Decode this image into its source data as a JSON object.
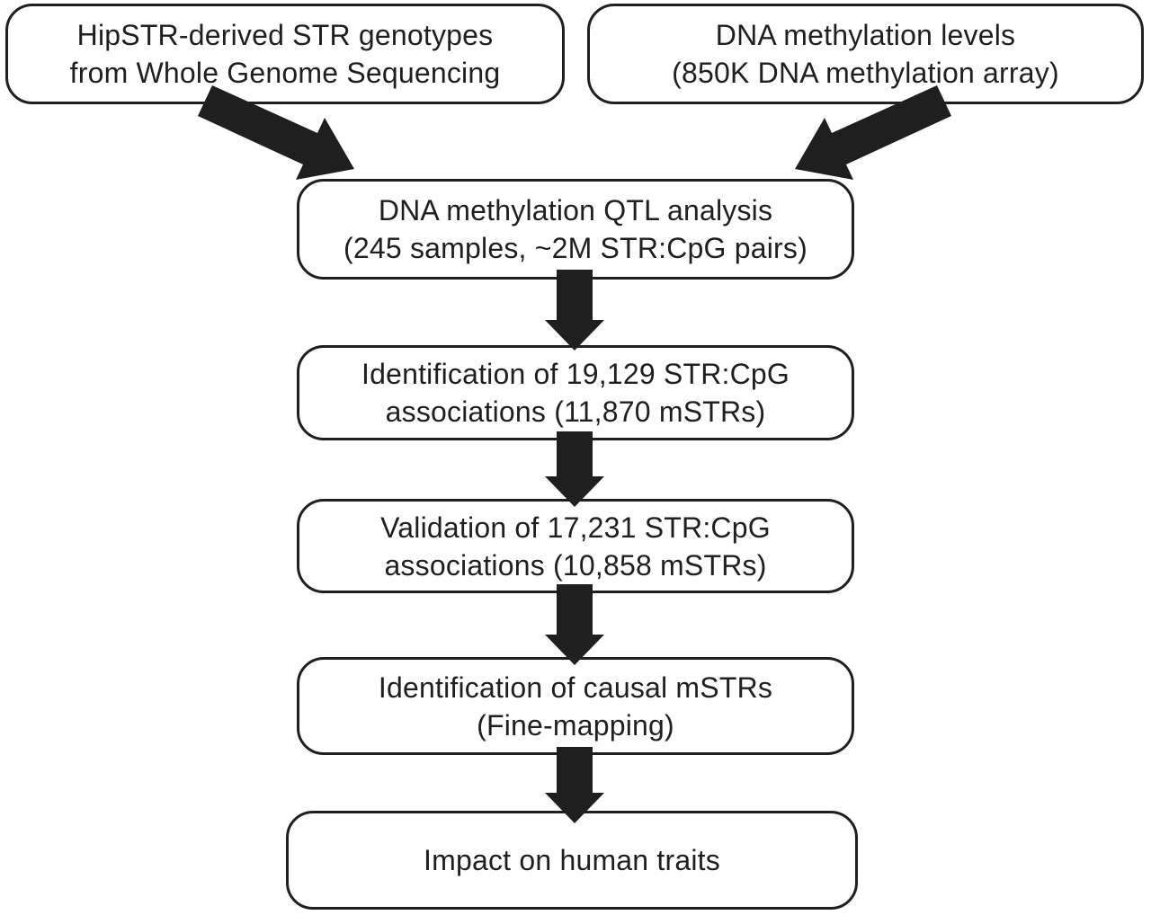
{
  "flowchart": {
    "colors": {
      "ink": "#1f1f1f",
      "background": "#ffffff"
    },
    "nodes": {
      "str_genotypes": {
        "line1": "HipSTR-derived STR genotypes",
        "line2": "from Whole Genome Sequencing"
      },
      "dna_methylation": {
        "line1": "DNA methylation levels",
        "line2": "(850K DNA methylation array)"
      },
      "mqtl_analysis": {
        "line1": "DNA methylation QTL analysis",
        "line2": "(245 samples, ~2M STR:CpG pairs)"
      },
      "identification": {
        "line1": "Identification of 19,129 STR:CpG",
        "line2": "associations (11,870 mSTRs)"
      },
      "validation": {
        "line1": "Validation of 17,231 STR:CpG",
        "line2": "associations (10,858 mSTRs)"
      },
      "causal_mstrs": {
        "line1": "Identification of causal mSTRs",
        "line2": "(Fine-mapping)"
      },
      "impact": {
        "line1": "Impact on human traits"
      }
    }
  }
}
